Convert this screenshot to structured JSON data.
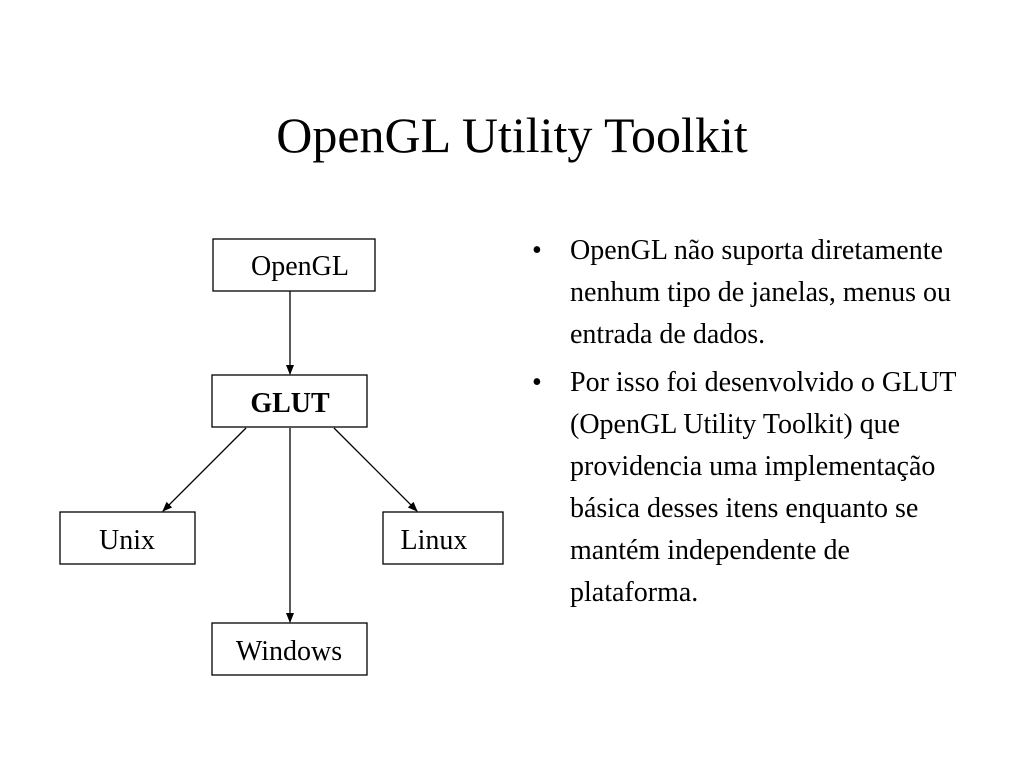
{
  "title": "OpenGL Utility Toolkit",
  "diagram": {
    "nodes": {
      "opengl": "OpenGL",
      "glut": "GLUT",
      "unix": "Unix",
      "linux": "Linux",
      "windows": "Windows"
    },
    "edges": [
      [
        "OpenGL",
        "GLUT"
      ],
      [
        "GLUT",
        "Unix"
      ],
      [
        "GLUT",
        "Windows"
      ],
      [
        "GLUT",
        "Linux"
      ]
    ]
  },
  "bullets": [
    {
      "marker": "•",
      "text": "OpenGL não suporta diretamente nenhum tipo de janelas, menus ou entrada de dados."
    },
    {
      "marker": "•",
      "text": "Por isso foi desenvolvido o GLUT (OpenGL Utility Toolkit) que providencia uma implementação básica desses itens enquanto se mantém independente de plataforma."
    }
  ]
}
